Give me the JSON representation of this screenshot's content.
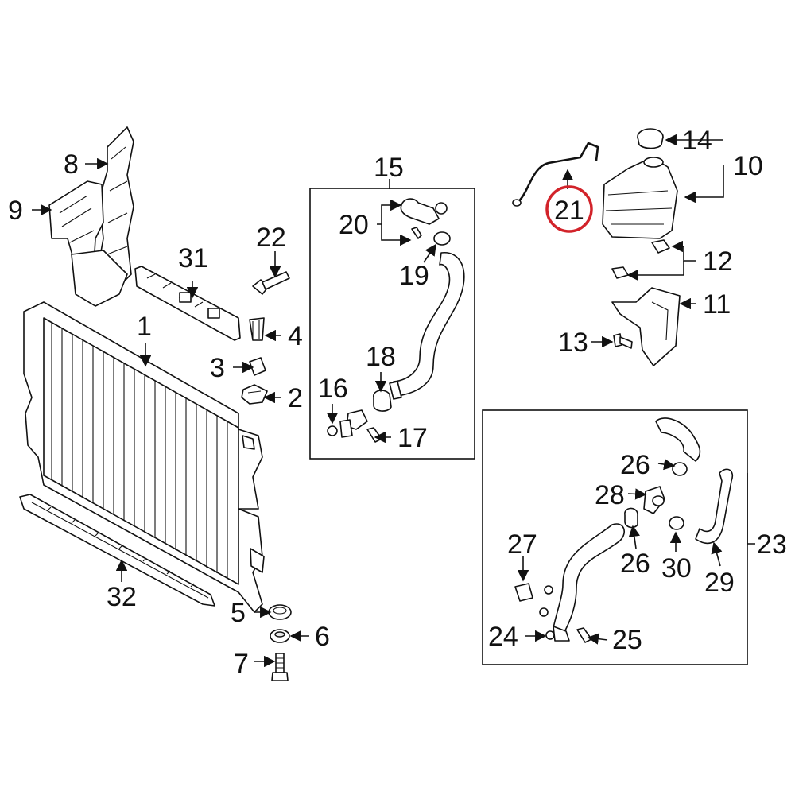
{
  "callouts": {
    "c1": "1",
    "c2": "2",
    "c3": "3",
    "c4": "4",
    "c5": "5",
    "c6": "6",
    "c7": "7",
    "c8": "8",
    "c9": "9",
    "c10": "10",
    "c11": "11",
    "c12": "12",
    "c13": "13",
    "c14": "14",
    "c15": "15",
    "c16": "16",
    "c17": "17",
    "c18": "18",
    "c19": "19",
    "c20": "20",
    "c21": "21",
    "c22": "22",
    "c23": "23",
    "c24": "24",
    "c25": "25",
    "c26a": "26",
    "c26b": "26",
    "c27": "27",
    "c28": "28",
    "c29": "29",
    "c30": "30",
    "c31": "31",
    "c32": "32"
  },
  "highlight": {
    "part": "21",
    "color": "#d2232a"
  }
}
